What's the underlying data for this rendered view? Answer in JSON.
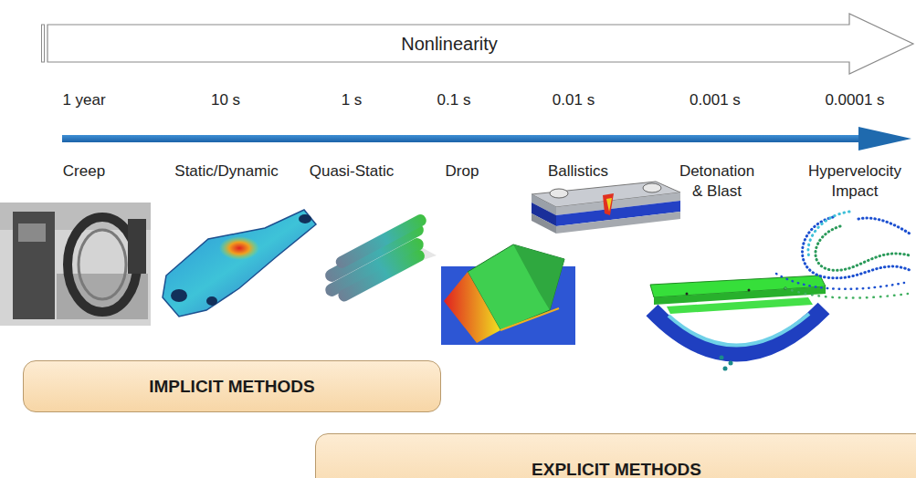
{
  "diagram": {
    "nodes": [
      {
        "text": [
          "Nonlinearity"
        ]
      },
      {
        "text": [
          "IMPLICIT METHODS"
        ]
      },
      {
        "text": [
          "EXPLICIT METHODS"
        ]
      }
    ],
    "labels": [
      "1 year",
      "10 s",
      "1 s",
      "0.1 s",
      "0.01 s",
      "0.001 s",
      "0.0001 s",
      "Creep",
      "Static/Dynamic",
      "Quasi-Static",
      "Drop",
      "Ballistics",
      "Detonation & Blast",
      "Hypervelocity Impact"
    ]
  }
}
